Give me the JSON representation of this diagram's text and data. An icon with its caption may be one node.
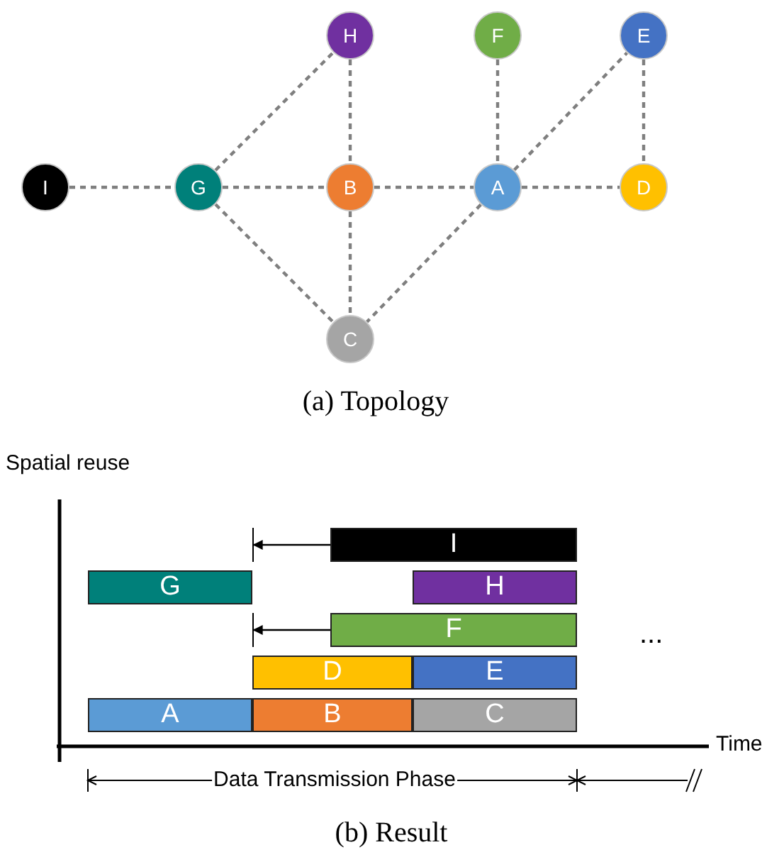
{
  "diagram": {
    "nodes": [
      {
        "text": [
          "H"
        ]
      },
      {
        "text": [
          "F"
        ]
      },
      {
        "text": [
          "E"
        ]
      },
      {
        "text": [
          "I"
        ]
      },
      {
        "text": [
          "G"
        ]
      },
      {
        "text": [
          "B"
        ]
      },
      {
        "text": [
          "A"
        ]
      },
      {
        "text": [
          "D"
        ]
      },
      {
        "text": [
          "C"
        ]
      },
      {
        "text": [
          "I"
        ]
      },
      {
        "text": [
          "G"
        ]
      },
      {
        "text": [
          "H"
        ]
      },
      {
        "text": [
          "F"
        ]
      },
      {
        "text": [
          "D"
        ]
      },
      {
        "text": [
          "E"
        ]
      },
      {
        "text": [
          "A"
        ]
      },
      {
        "text": [
          "B"
        ]
      },
      {
        "text": [
          "C"
        ]
      },
      {
        "text": [],
        "shape": "bar"
      },
      {
        "text": [],
        "shape": "bar"
      }
    ],
    "edges": [
      {
        "from": 3,
        "to": 4,
        "arrow": "none",
        "style": "dashed"
      },
      {
        "from": 4,
        "to": 0,
        "arrow": "none",
        "style": "dashed"
      },
      {
        "from": 4,
        "to": 5,
        "arrow": "none",
        "style": "dashed"
      },
      {
        "from": 4,
        "to": 8,
        "arrow": "none",
        "style": "dashed"
      },
      {
        "from": 0,
        "to": 5,
        "arrow": "none",
        "style": "dashed"
      },
      {
        "from": 5,
        "to": 6,
        "arrow": "none",
        "style": "dashed"
      },
      {
        "from": 5,
        "to": 8,
        "arrow": "none",
        "style": "dashed"
      },
      {
        "from": 1,
        "to": 6,
        "arrow": "none",
        "style": "dashed"
      },
      {
        "from": 6,
        "to": 2,
        "arrow": "none",
        "style": "dashed"
      },
      {
        "from": 6,
        "to": 7,
        "arrow": "none",
        "style": "dashed"
      },
      {
        "from": 2,
        "to": 7,
        "arrow": "none",
        "style": "dashed"
      },
      {
        "from": 6,
        "to": 8,
        "arrow": "none",
        "style": "dashed"
      },
      {
        "from": 9,
        "to": 18,
        "arrow": "to",
        "color": "#000000"
      },
      {
        "from": 12,
        "to": 19,
        "arrow": "to",
        "color": "#000000"
      }
    ],
    "labels": [
      "(a) Topology",
      "Spatial reuse",
      "...",
      "Time",
      "Data Transmission Phase",
      "(b) Result"
    ]
  }
}
